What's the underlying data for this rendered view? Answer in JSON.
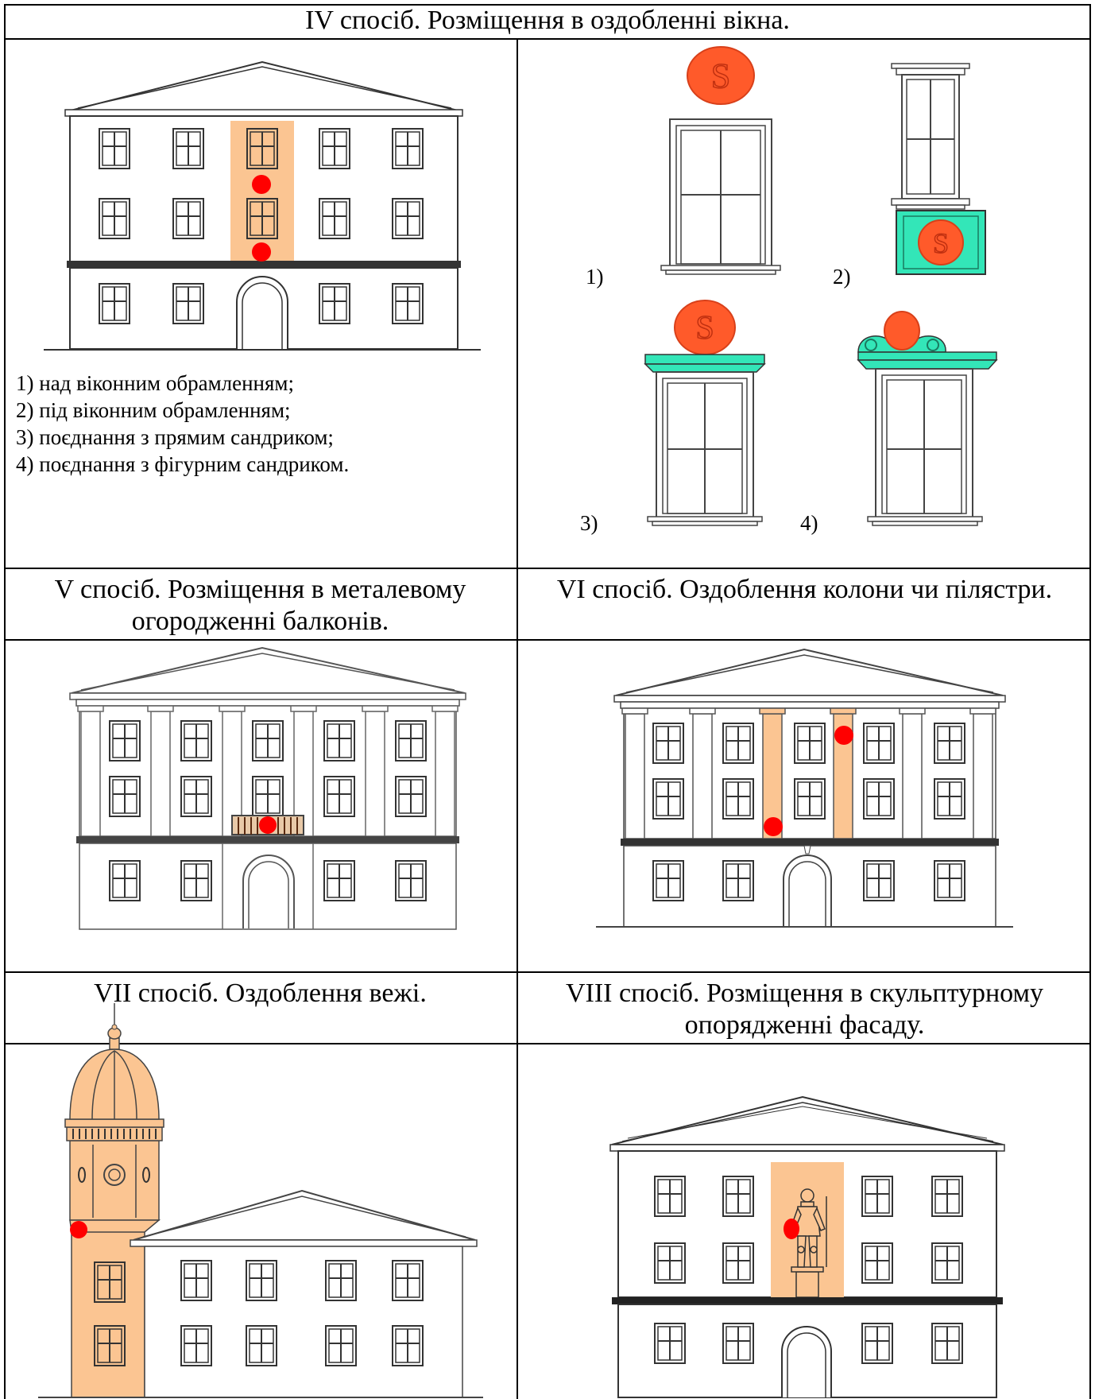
{
  "sections": {
    "s4": {
      "title": "IV спосіб. Розміщення в оздобленні вікна."
    },
    "s5": {
      "title_line1": "V спосіб. Розміщення в металевому",
      "title_line2": "огородженні балконів."
    },
    "s6": {
      "title": "VI спосіб. Оздоблення колони чи пілястри."
    },
    "s7": {
      "title": "VII спосіб. Оздоблення вежі."
    },
    "s8": {
      "title_line1": "VIII спосіб. Розміщення в скульптурному",
      "title_line2": "опорядженні фасаду."
    }
  },
  "s4_list": [
    "1) над віконним обрамленням;",
    "2) під віконним обрамленням;",
    "3) поєднання з прямим сандриком;",
    "4) поєднання з фігурним сандриком."
  ],
  "window_labels": [
    "1)",
    "2)",
    "3)",
    "4)"
  ],
  "colors": {
    "highlight": "#FBC592",
    "marker": "#FF0000",
    "emblem": "#FF5A2A",
    "emblem_stroke": "#D8401A",
    "teal": "#33E6B8",
    "line": "#333333"
  },
  "icons": {
    "emblem": "s-letter-emblem"
  }
}
